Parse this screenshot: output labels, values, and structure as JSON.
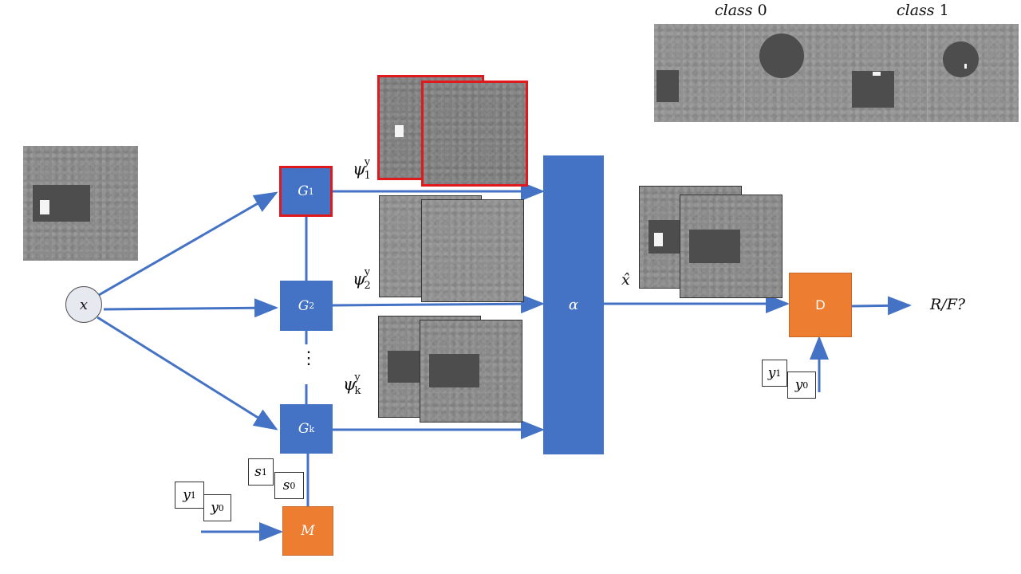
{
  "input": {
    "symbol": "x"
  },
  "generators": [
    {
      "name": "G",
      "sub": "1",
      "output": {
        "psi": "ψ",
        "sub": "1",
        "sup": "y"
      }
    },
    {
      "name": "G",
      "sub": "2",
      "output": {
        "psi": "ψ",
        "sub": "2",
        "sup": "y"
      }
    },
    {
      "name": "G",
      "sub": "k",
      "output": {
        "psi": "ψ",
        "sub": "k",
        "sup": "y"
      }
    }
  ],
  "ellipsis": "⋮",
  "alpha": {
    "label": "α"
  },
  "xhat": {
    "label": "x̂"
  },
  "discriminator": {
    "label": "D",
    "output": "R/F?"
  },
  "mask": {
    "label": "M"
  },
  "labels": {
    "y1": {
      "sym": "y",
      "sub": "1"
    },
    "y0": {
      "sym": "y",
      "sub": "0"
    },
    "s1": {
      "sym": "s",
      "sub": "1"
    },
    "s0": {
      "sym": "s",
      "sub": "0"
    }
  },
  "classes": [
    {
      "name": "class",
      "num": "0"
    },
    {
      "name": "class",
      "num": "1"
    }
  ],
  "colors": {
    "blue": "#4472c4",
    "orange": "#ed7d31",
    "red": "#e0191c",
    "arrow": "#4472c4"
  }
}
